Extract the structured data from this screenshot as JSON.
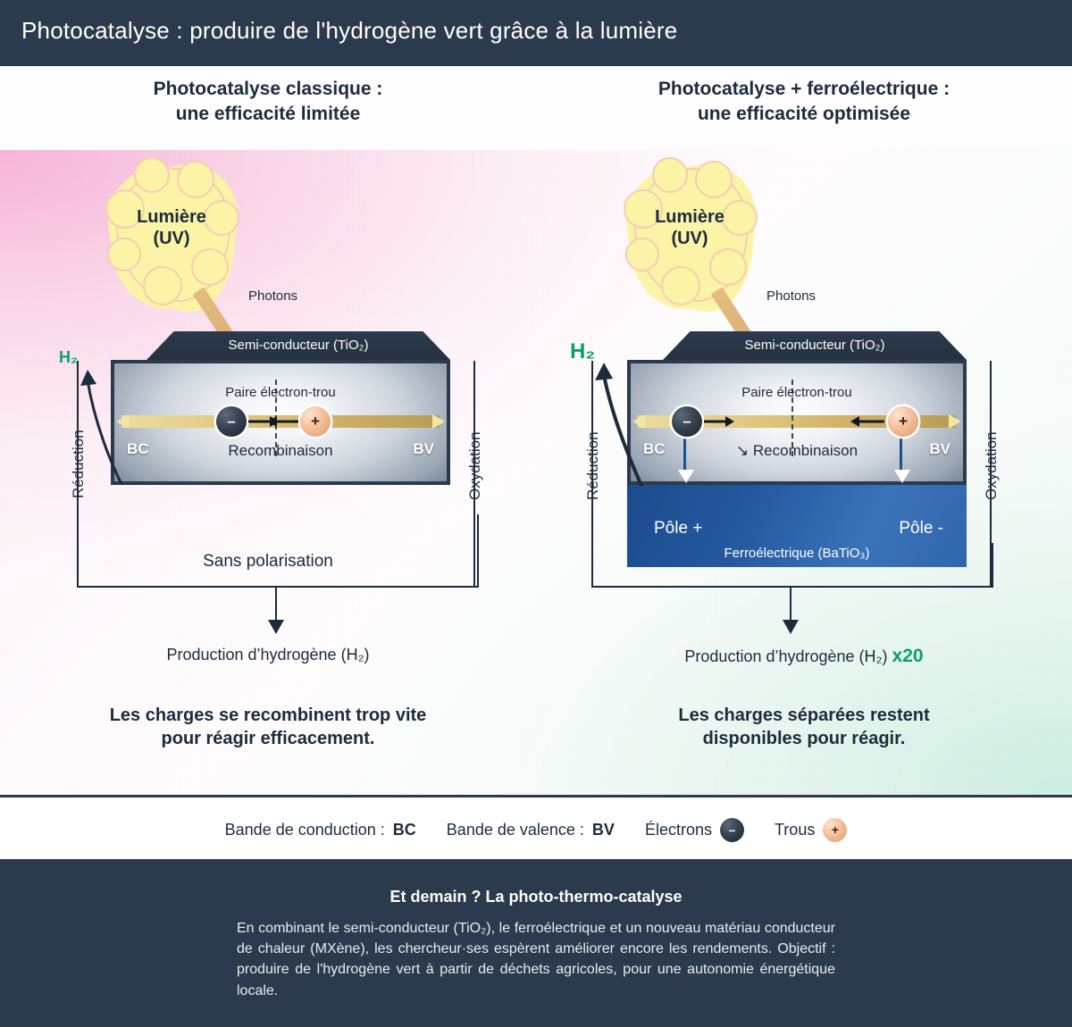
{
  "header": {
    "title": "Photocatalyse : produire de l'hydrogène vert grâce à la lumière"
  },
  "panels": {
    "left": {
      "title_line1": "Photocatalyse classique :",
      "title_line2": "une efficacité limitée",
      "light_line1": "Lumière",
      "light_line2": "(UV)",
      "photons_label": "Photons",
      "slab_label": "Semi-conducteur (TiO₂)",
      "pair_label": "Paire électron-trou",
      "recombination_label": "Recombinaison",
      "band_conduction": "BC",
      "band_valence": "BV",
      "electron_sign": "–",
      "hole_sign": "+",
      "reduction_label": "Réduction",
      "oxidation_label": "Oxydation",
      "h2_label": "H₂",
      "polarization_label": "Sans polarisation",
      "output_label": "Production d’hydrogène (H₂)",
      "conclusion_line1": "Les charges se recombinent trop vite",
      "conclusion_line2": "pour réagir efficacement."
    },
    "right": {
      "title_line1": "Photocatalyse + ferroélectrique :",
      "title_line2": "une efficacité optimisée",
      "light_line1": "Lumière",
      "light_line2": "(UV)",
      "photons_label": "Photons",
      "slab_label": "Semi-conducteur (TiO₂)",
      "pair_label": "Paire électron-trou",
      "recombination_label": "↘ Recombinaison",
      "band_conduction": "BC",
      "band_valence": "BV",
      "electron_sign": "–",
      "hole_sign": "+",
      "reduction_label": "Réduction",
      "oxidation_label": "Oxydation",
      "h2_label": "H₂",
      "pole_plus": "Pôle +",
      "pole_minus": "Pôle -",
      "ferro_label": "Ferroélectrique (BaTiO₃)",
      "output_label": "Production d’hydrogène (H₂)",
      "output_multiplier": "x20",
      "conclusion_line1": "Les charges séparées restent",
      "conclusion_line2": "disponibles pour réagir."
    }
  },
  "legend": {
    "items": [
      {
        "text": "Bande de conduction : ",
        "strong": "BC",
        "dot": null
      },
      {
        "text": "Bande de valence : ",
        "strong": "BV",
        "dot": null
      },
      {
        "text": "Électrons",
        "strong": "",
        "dot": "–"
      },
      {
        "text": "Trous",
        "strong": "",
        "dot": "+"
      }
    ],
    "label_conduction": "Bande de conduction : ",
    "value_conduction": "BC",
    "label_valence": "Bande de valence : ",
    "value_valence": "BV",
    "label_electrons": "Électrons",
    "electron_sign": "–",
    "label_holes": "Trous",
    "hole_sign": "+"
  },
  "footer": {
    "title": "Et demain ? La photo-thermo-catalyse",
    "body": "En combinant le semi-conducteur (TiO₂), le ferroélectrique et un nouveau matériau conducteur de chaleur (MXène), les chercheur·ses espèrent améliorer encore les rendements. Objectif : produire de l'hydrogène vert à partir de déchets agricoles, pour une autonomie énergétique locale."
  },
  "colors": {
    "dark_navy": "#2b3a4d",
    "accent_green": "#0aa06e",
    "light_yellow": "#fbf3a6",
    "ferro_blue": "#1b4a8c",
    "photon_gold": "#cfa261",
    "pink_bg": "#fdf1f7",
    "mint_bg": "#f2faf6"
  }
}
